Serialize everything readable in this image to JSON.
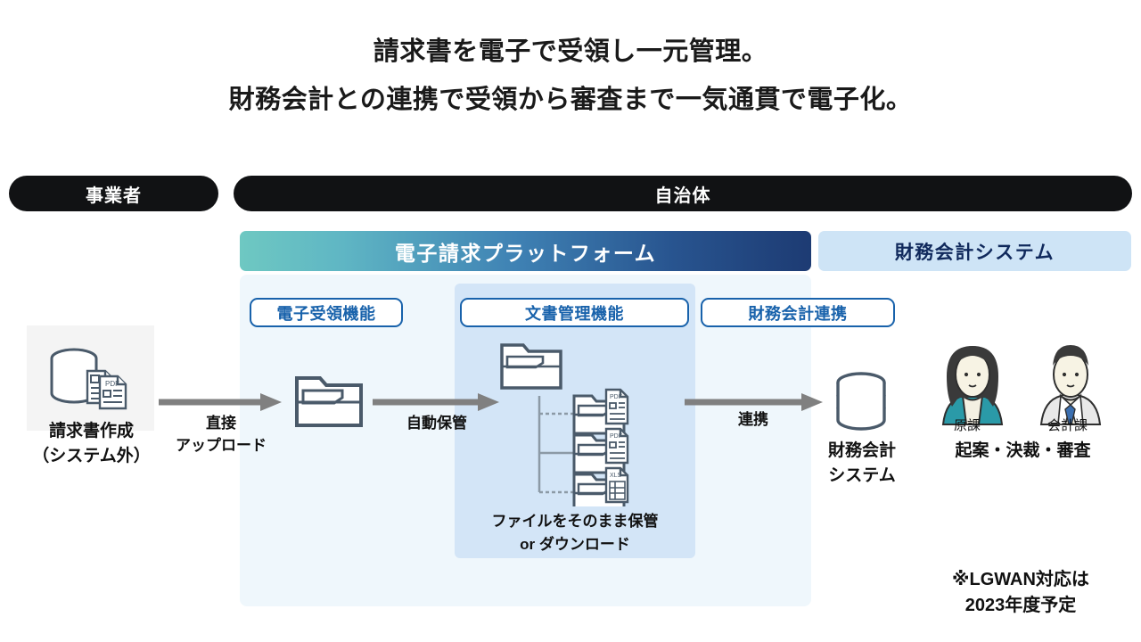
{
  "title": {
    "line1": "請求書を電子で受領し一元管理。",
    "line2": "財務会計との連携で受領から審査まで一気通貫で電子化。"
  },
  "roles": {
    "vendor": "事業者",
    "municipality": "自治体"
  },
  "sections": {
    "platform": "電子請求プラットフォーム",
    "accounting_system": "財務会計システム"
  },
  "functions": {
    "receive": "電子受領機能",
    "document": "文書管理機能",
    "link": "財務会計連携"
  },
  "source": {
    "label_line1": "請求書作成",
    "label_line2": "（システム外）",
    "icon": "database-documents-icon"
  },
  "flows": {
    "upload_line1": "直接",
    "upload_line2": "アップロード",
    "autostore": "自動保管",
    "linkage": "連携"
  },
  "tree": {
    "root_icon": "folder-icon",
    "nodes": [
      {
        "icon": "folder-pdf-icon",
        "type": "PDF"
      },
      {
        "icon": "folder-pdf-icon",
        "type": "PDF"
      },
      {
        "icon": "folder-xls-icon",
        "type": "XLS"
      }
    ],
    "caption_line1": "ファイルをそのまま保管",
    "caption_line2": "or ダウンロード"
  },
  "accounting": {
    "icon": "database-icon",
    "label_line1": "財務会計",
    "label_line2": "システム"
  },
  "people": {
    "person1_name": "原課",
    "person2_name": "会計課",
    "role": "起案・決裁・審査"
  },
  "footnote": {
    "line1": "※LGWAN対応は",
    "line2": "2023年度予定"
  },
  "colors": {
    "pill_bg": "#111214",
    "platform_gradient_start": "#6ec8c2",
    "platform_gradient_end": "#1d3b73",
    "platform_panel_bg": "#eff7fc",
    "docmgmt_panel_bg": "#d3e5f7",
    "accounting_box_bg": "#cee4f6",
    "badge_border": "#1862ab",
    "arrow_gray": "#808080",
    "icon_outline": "#4a5a6a"
  }
}
